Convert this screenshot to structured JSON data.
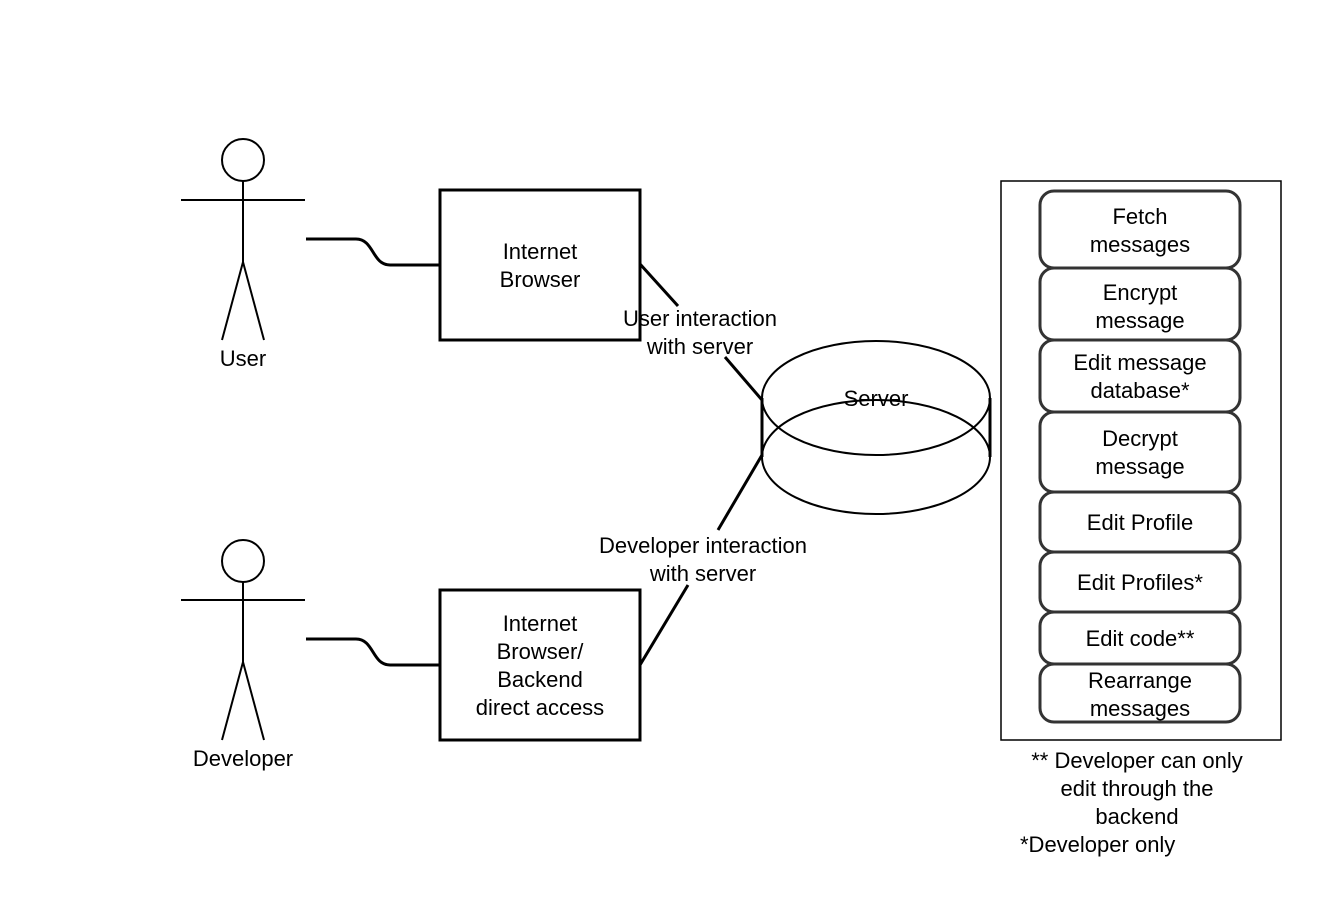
{
  "actors": {
    "user": "User",
    "developer": "Developer"
  },
  "clients": {
    "user_client": [
      "Internet",
      "Browser"
    ],
    "developer_client": [
      "Internet",
      "Browser/",
      "Backend",
      "direct access"
    ]
  },
  "edges": {
    "user_server": [
      "User interaction",
      "with server"
    ],
    "developer_server": [
      "Developer interaction",
      "with server"
    ]
  },
  "server": {
    "label": "Server"
  },
  "use_cases": [
    [
      "Fetch",
      "messages"
    ],
    [
      "Encrypt",
      "message"
    ],
    [
      "Edit message",
      "database*"
    ],
    [
      "Decrypt",
      "message"
    ],
    [
      "Edit Profile"
    ],
    [
      "Edit Profiles*"
    ],
    [
      "Edit code**"
    ],
    [
      "Rearrange",
      "messages"
    ]
  ],
  "notes": {
    "backend_note": [
      "** Developer can only",
      "edit through the",
      "backend"
    ],
    "developer_only": "*Developer only"
  }
}
